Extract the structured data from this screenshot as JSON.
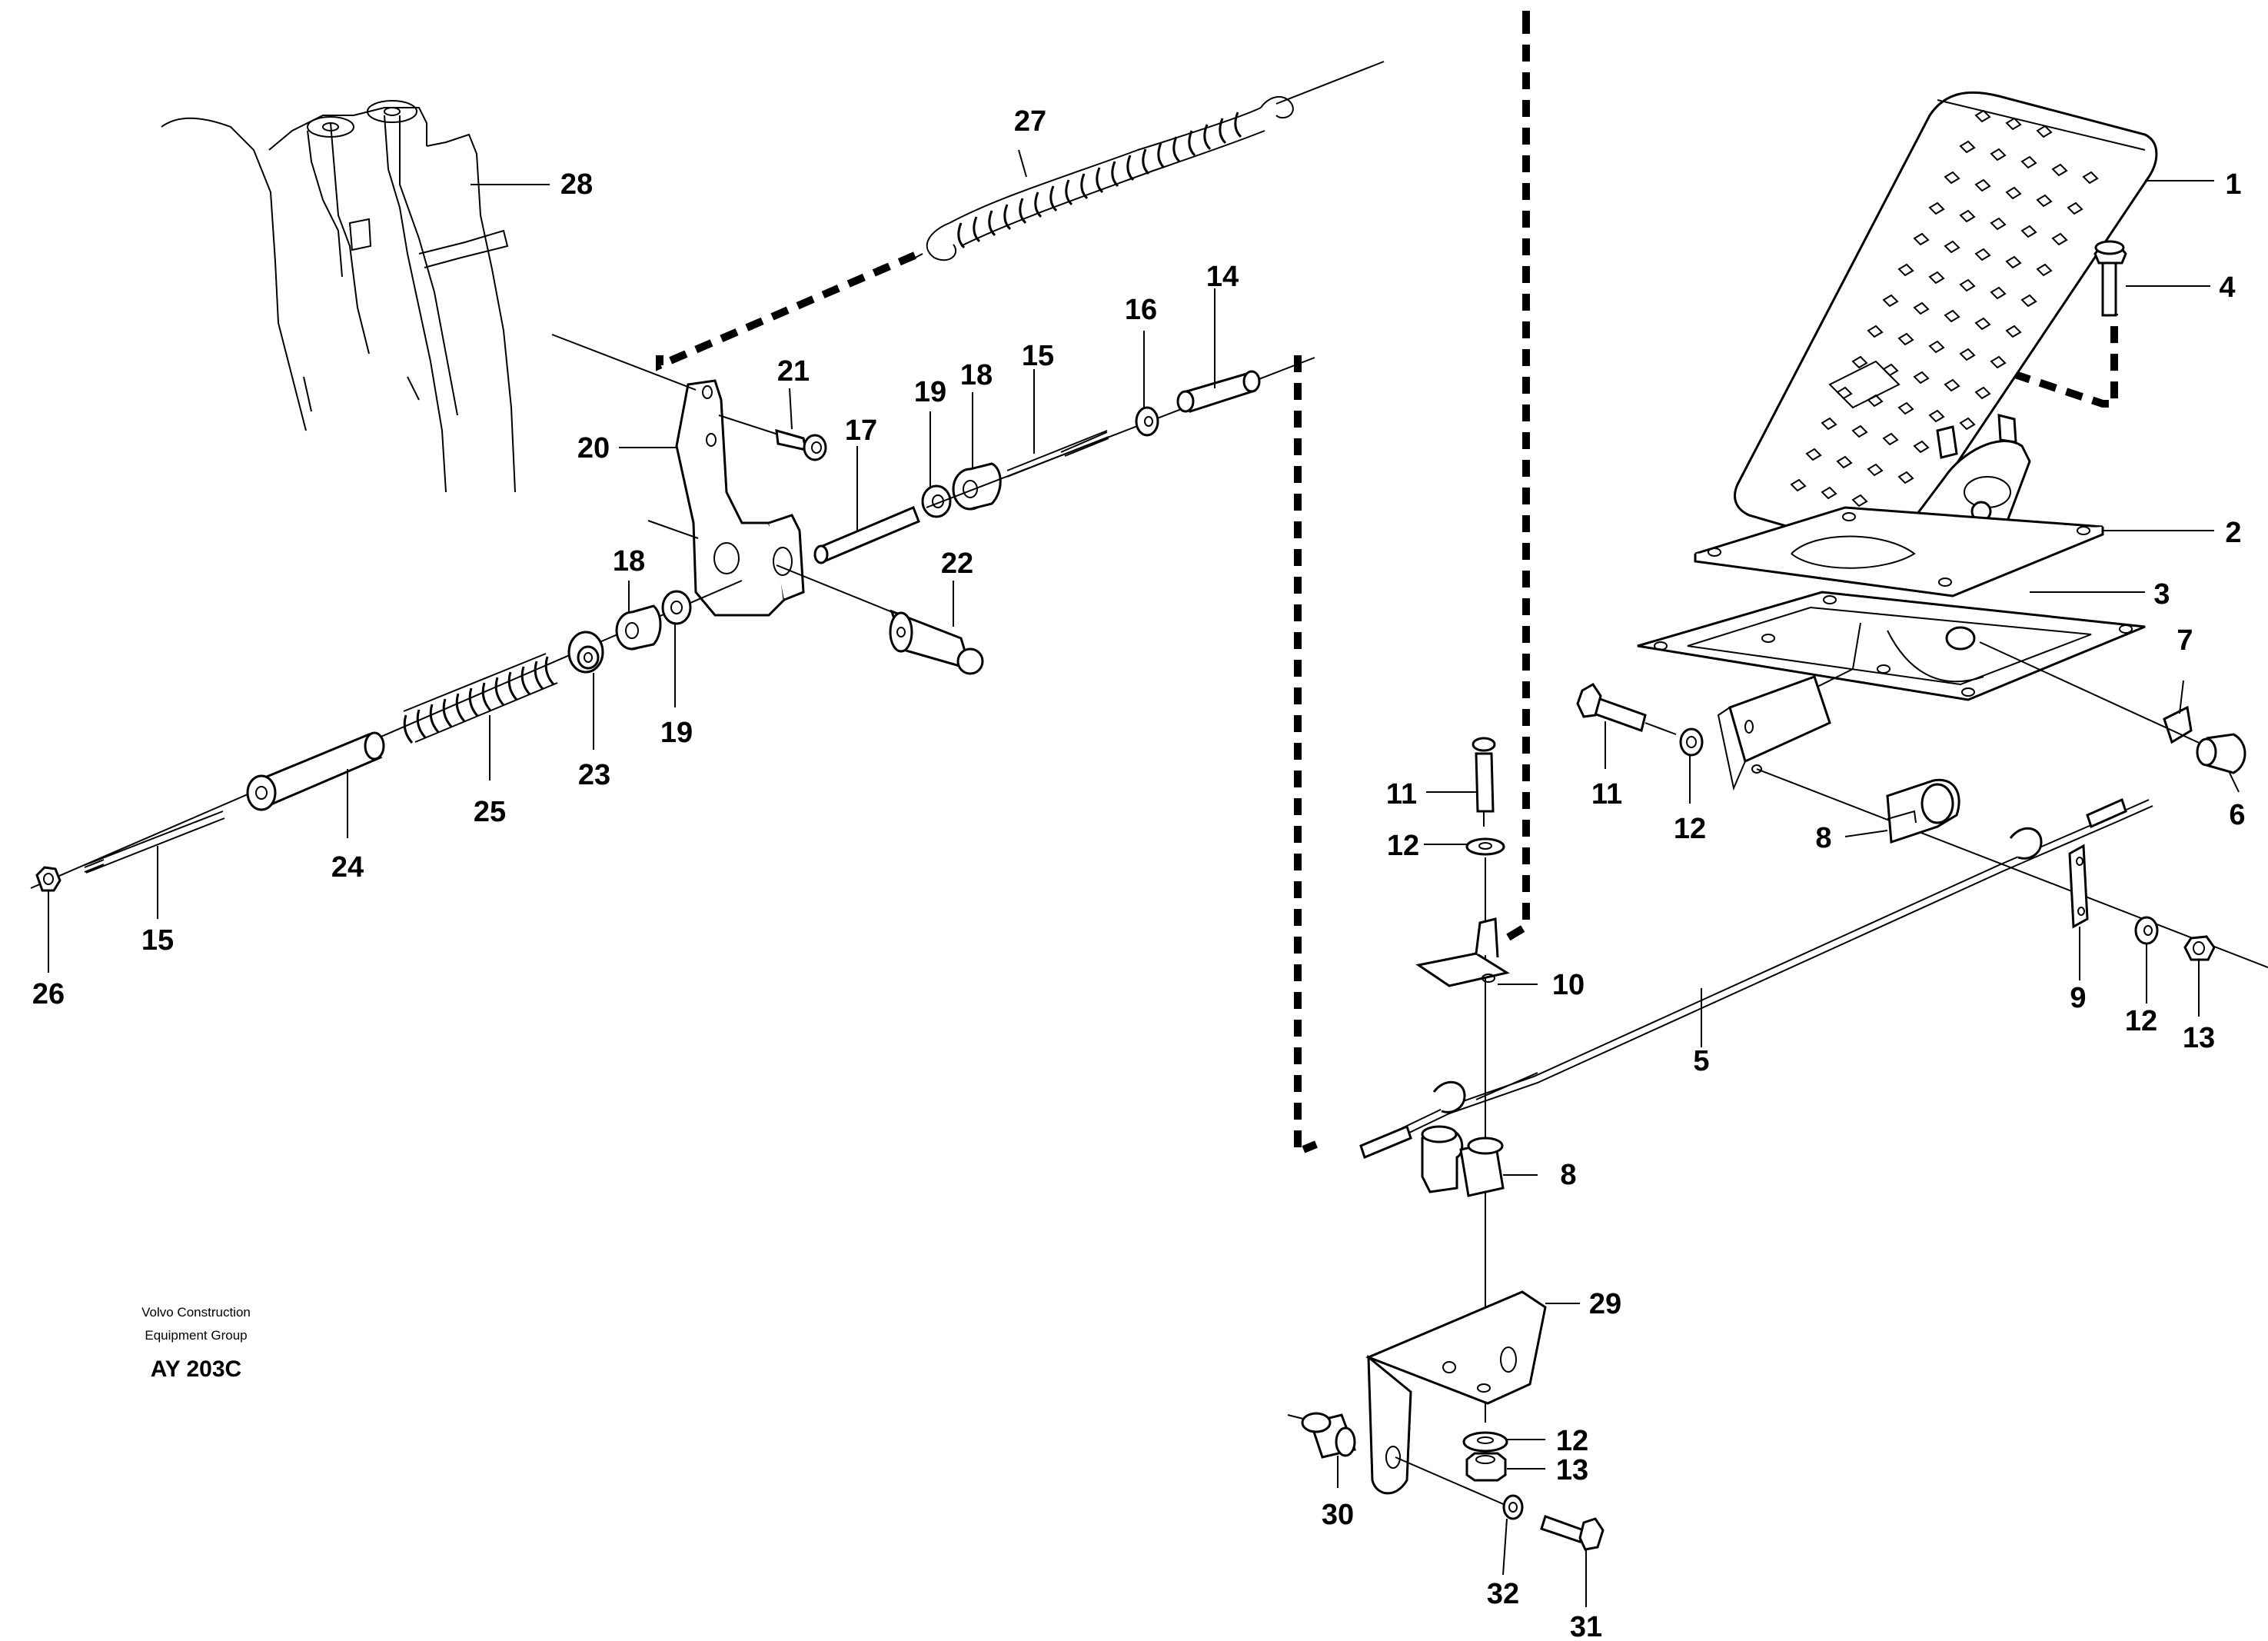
{
  "diagram": {
    "type": "exploded-parts-view",
    "callouts": {
      "p1": "1",
      "p2": "2",
      "p3": "3",
      "p4": "4",
      "p5": "5",
      "p6": "6",
      "p7": "7",
      "p8a": "8",
      "p8b": "8",
      "p9": "9",
      "p10": "10",
      "p11a": "11",
      "p11b": "11",
      "p12a": "12",
      "p12b": "12",
      "p12c": "12",
      "p12d": "12",
      "p13a": "13",
      "p13b": "13",
      "p14": "14",
      "p15a": "15",
      "p15b": "15",
      "p16": "16",
      "p17": "17",
      "p18a": "18",
      "p18b": "18",
      "p19a": "19",
      "p19b": "19",
      "p20": "20",
      "p21": "21",
      "p22": "22",
      "p23": "23",
      "p24": "24",
      "p25": "25",
      "p26": "26",
      "p27": "27",
      "p28": "28",
      "p29": "29",
      "p30": "30",
      "p31": "31",
      "p32": "32"
    },
    "credit": {
      "line1": "Volvo Construction",
      "line2": "Equipment Group",
      "code": "AY 203C"
    }
  }
}
